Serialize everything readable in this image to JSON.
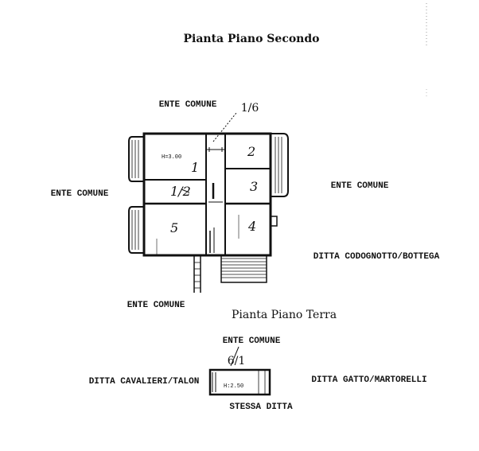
{
  "titles": {
    "second_floor": "Pianta Piano Secondo",
    "ground_floor": "Pianta Piano Terra"
  },
  "second_floor": {
    "neighbors": {
      "top": "ENTE COMUNE",
      "left": "ENTE COMUNE",
      "right": "ENTE COMUNE",
      "bottom_right": "DITTA CODOGNOTTO/BOTTEGA",
      "bottom": "ENTE COMUNE"
    },
    "parcel_ref": "1/6",
    "height_note": "H=3.00",
    "room_numbers": [
      "1",
      "2",
      "3",
      "4",
      "5",
      "1/2"
    ]
  },
  "ground_floor": {
    "neighbors": {
      "top": "ENTE COMUNE",
      "left": "DITTA CAVALIERI/TALON",
      "right": "DITTA GATTO/MARTORELLI",
      "bottom": "STESSA DITTA"
    },
    "parcel_ref": "6/1",
    "height_note": "H:2.50"
  }
}
